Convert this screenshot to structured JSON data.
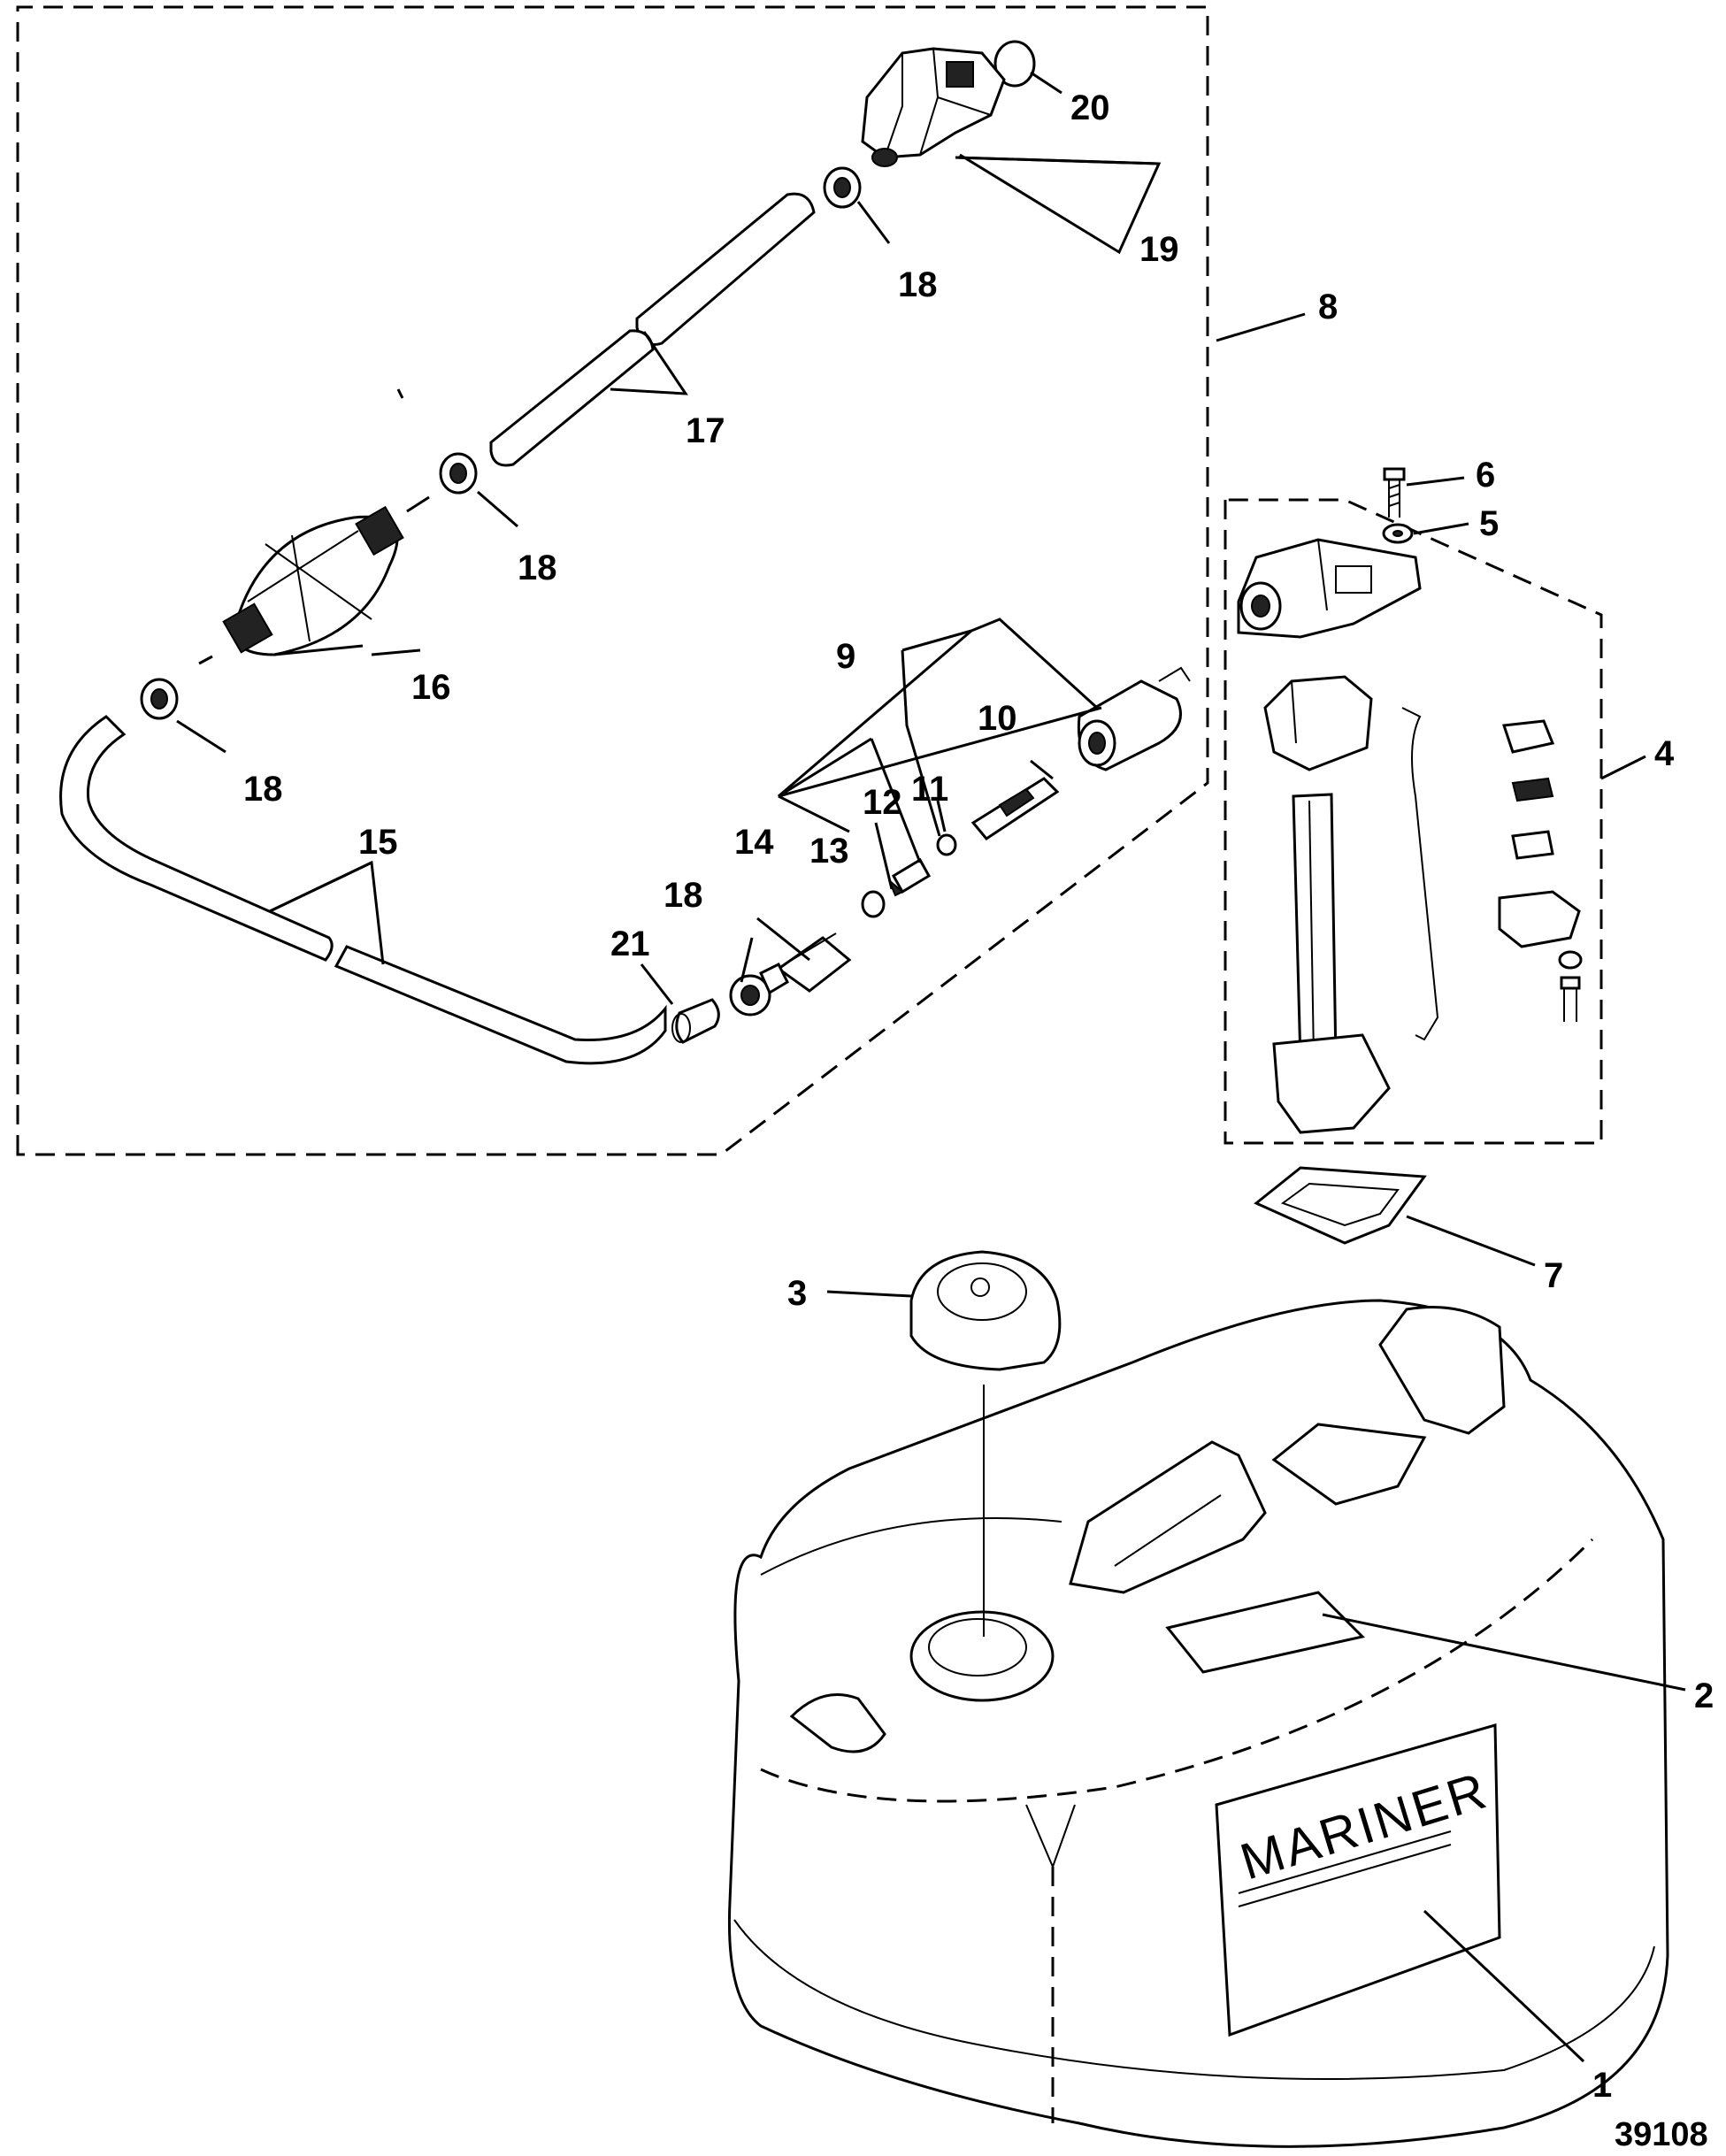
{
  "figure_number": "39108",
  "tank_label": "MARINER",
  "callouts": {
    "c1": "1",
    "c2": "2",
    "c3": "3",
    "c4": "4",
    "c5": "5",
    "c6": "6",
    "c7": "7",
    "c8": "8",
    "c9": "9",
    "c10": "10",
    "c11": "11",
    "c12": "12",
    "c13": "13",
    "c14": "14",
    "c15": "15",
    "c16": "16",
    "c17": "17",
    "c18a": "18",
    "c18b": "18",
    "c18c": "18",
    "c18d": "18",
    "c19": "19",
    "c20": "20",
    "c21": "21"
  }
}
